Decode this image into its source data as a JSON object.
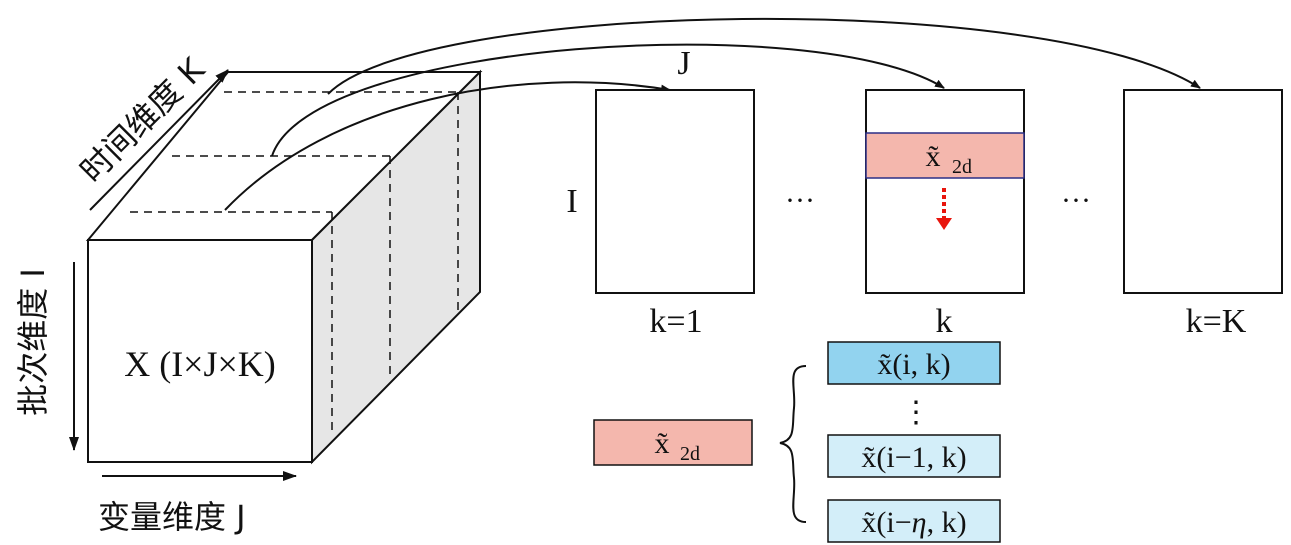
{
  "labels": {
    "time_dim": "时间维度 K",
    "batch_dim": "批次维度 I",
    "var_dim": "变量维度 J",
    "tensor": "X (I×J×K)",
    "j_label": "J",
    "i_label": "I",
    "slice_first": "k=1",
    "slice_mid": "k",
    "slice_last": "k=K",
    "ellipsis1": "···",
    "ellipsis2": "···",
    "x2d_base": "x̃",
    "x2d_sub": "2d",
    "vector_top": "x̃(i, k)",
    "vector_dots": "⋮",
    "vector_prev": "x̃(i−1, k)",
    "vector_eta_pre": "x̃(i−",
    "vector_eta_sym": "η",
    "vector_eta_post": ", k)"
  },
  "colors": {
    "row_fill": "#f4b7ad",
    "row_border": "#2b2f86",
    "vec_top_fill": "#92d3ef",
    "vec_lower_fill": "#d3eef9",
    "cube_side": "#e6e6e6",
    "arrow_red": "#e8150d",
    "ink": "#111111"
  }
}
